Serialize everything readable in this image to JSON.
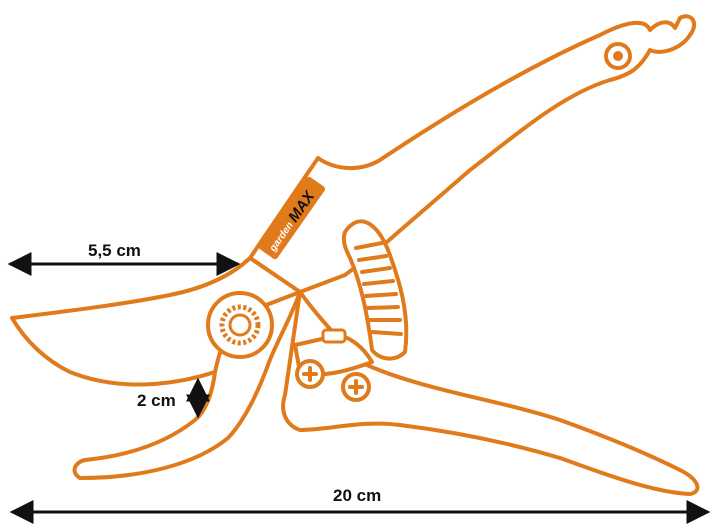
{
  "diagram": {
    "brand": {
      "prefix": "garden",
      "name": "MAX"
    },
    "dimensions": {
      "blade_length": "5,5 cm",
      "cut_opening": "2 cm",
      "total_length": "20 cm"
    },
    "colors": {
      "outline": "#e07a1b",
      "fill": "#ffffff",
      "arrow": "#111111",
      "label_bg": "#e07a1b"
    }
  }
}
